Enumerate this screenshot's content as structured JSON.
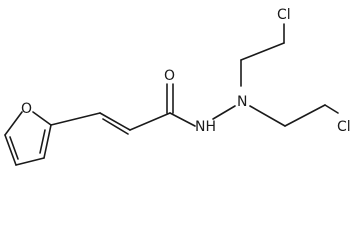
{
  "structure": {
    "atoms": {
      "oxygen_furan": "O",
      "oxygen_carbonyl": "O",
      "nitrogen_amide": "NH",
      "nitrogen_tertiary": "N",
      "chlorine_top": "Cl",
      "chlorine_bottom": "Cl"
    }
  }
}
